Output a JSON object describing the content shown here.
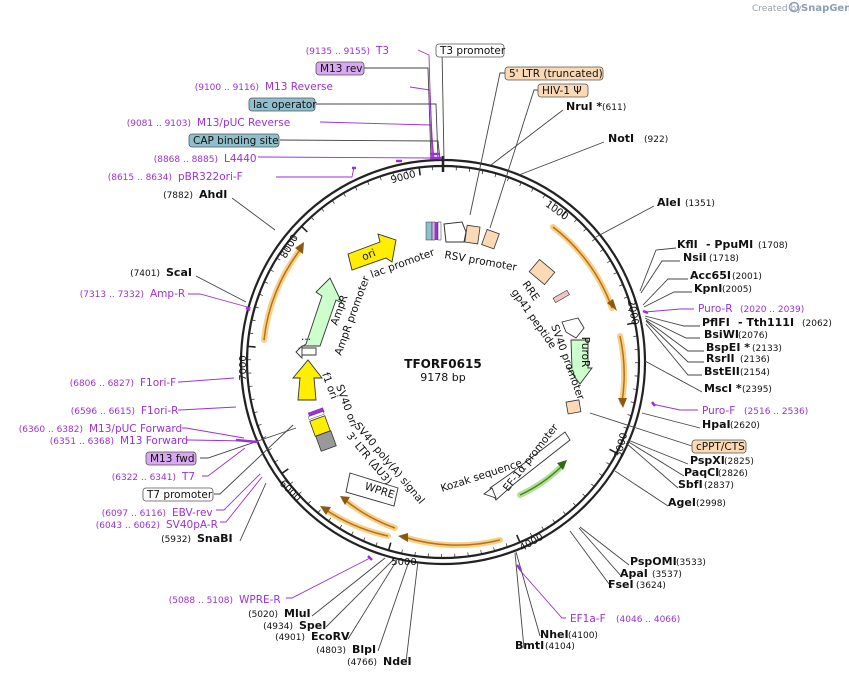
{
  "brand": {
    "created_by": "Created by",
    "name": "SnapGene"
  },
  "plasmid": {
    "name": "TFORF0615",
    "size_label": "9178 bp",
    "length": 9178
  },
  "ticks": [
    "1000",
    "2000",
    "3000",
    "4000",
    "5000",
    "6000",
    "7000",
    "8000",
    "9000"
  ],
  "sites": [
    {
      "name": "NruI *",
      "pos": "(611)"
    },
    {
      "name": "NotI",
      "pos": "(922)"
    },
    {
      "name": "AleI",
      "pos": "(1351)"
    },
    {
      "name": "KflI",
      "pos": ""
    },
    {
      "name": "- PpuMI",
      "pos": "(1708)"
    },
    {
      "name": "NsiI",
      "pos": "(1718)"
    },
    {
      "name": "Acc65I",
      "pos": "(2001)"
    },
    {
      "name": "KpnI",
      "pos": "(2005)"
    },
    {
      "name": "PflFI",
      "pos": ""
    },
    {
      "name": "- Tth111I",
      "pos": "(2062)"
    },
    {
      "name": "BsiWI",
      "pos": "(2076)"
    },
    {
      "name": "BspEI *",
      "pos": "(2133)"
    },
    {
      "name": "RsrII",
      "pos": "(2136)"
    },
    {
      "name": "BstEII",
      "pos": "(2154)"
    },
    {
      "name": "MscI *",
      "pos": "(2395)"
    },
    {
      "name": "HpaI",
      "pos": "(2620)"
    },
    {
      "name": "PspXI",
      "pos": "(2825)"
    },
    {
      "name": "PaqCI",
      "pos": "(2826)"
    },
    {
      "name": "SbfI",
      "pos": "(2837)"
    },
    {
      "name": "AgeI",
      "pos": "(2998)"
    },
    {
      "name": "PspOMI",
      "pos": "(3533)"
    },
    {
      "name": "ApaI",
      "pos": "(3537)"
    },
    {
      "name": "FseI",
      "pos": "(3624)"
    },
    {
      "name": "NheI",
      "pos": "(4100)"
    },
    {
      "name": "BmtI",
      "pos": "(4104)"
    },
    {
      "name": "NdeI",
      "pos": "(4766)"
    },
    {
      "name": "BlpI",
      "pos": "(4803)"
    },
    {
      "name": "EcoRV",
      "pos": "(4901)"
    },
    {
      "name": "SpeI",
      "pos": "(4934)"
    },
    {
      "name": "MluI",
      "pos": "(5020)"
    },
    {
      "name": "SnaBI",
      "pos": "(5932)"
    },
    {
      "name": "ScaI",
      "pos": "(7401)"
    },
    {
      "name": "AhdI",
      "pos": "(7882)"
    }
  ],
  "primers": [
    {
      "name": "T3",
      "pos": "(9135 .. 9155)"
    },
    {
      "name": "M13 Reverse",
      "pos": "(9100 .. 9116)"
    },
    {
      "name": "M13/pUC Reverse",
      "pos": "(9081 .. 9103)"
    },
    {
      "name": "L4440",
      "pos": "(8868 .. 8885)"
    },
    {
      "name": "pBR322ori-F",
      "pos": "(8615 .. 8634)"
    },
    {
      "name": "Amp-R",
      "pos": "(7313 .. 7332)"
    },
    {
      "name": "F1ori-F",
      "pos": "(6806 .. 6827)"
    },
    {
      "name": "F1ori-R",
      "pos": "(6596 .. 6615)"
    },
    {
      "name": "M13/pUC Forward",
      "pos": "(6360 .. 6382)"
    },
    {
      "name": "M13 Forward",
      "pos": "(6351 .. 6368)"
    },
    {
      "name": "T7",
      "pos": "(6322 .. 6341)"
    },
    {
      "name": "EBV-rev",
      "pos": "(6097 .. 6116)"
    },
    {
      "name": "SV40pA-R",
      "pos": "(6043 .. 6062)"
    },
    {
      "name": "WPRE-R",
      "pos": "(5088 .. 5108)"
    },
    {
      "name": "Puro-R",
      "pos": "(2020 .. 2039)"
    },
    {
      "name": "Puro-F",
      "pos": "(2516 .. 2536)"
    },
    {
      "name": "EF1a-F",
      "pos": "(4046 .. 4066)"
    }
  ],
  "boxes": [
    {
      "label": "T3 promoter",
      "style": "white"
    },
    {
      "label": "M13 rev",
      "style": "purple"
    },
    {
      "label": "lac operator",
      "style": "teal"
    },
    {
      "label": "CAP binding site",
      "style": "teal"
    },
    {
      "label": "5' LTR (truncated)",
      "style": "peach"
    },
    {
      "label": "HIV-1 Ψ",
      "style": "peach"
    },
    {
      "label": "cPPT/CTS",
      "style": "peach"
    },
    {
      "label": "M13 fwd",
      "style": "purple"
    },
    {
      "label": "T7 promoter",
      "style": "white"
    }
  ],
  "features": [
    {
      "label": "lac promoter"
    },
    {
      "label": "RSV promoter"
    },
    {
      "label": "RRE"
    },
    {
      "label": "gp41 peptide"
    },
    {
      "label": "SV40 promoter"
    },
    {
      "label": "PuroR"
    },
    {
      "label": "EF-1α promoter"
    },
    {
      "label": "Kozak sequence"
    },
    {
      "label": "WPRE"
    },
    {
      "label": "3' LTR (ΔU3)"
    },
    {
      "label": "SV40 poly(A) signal"
    },
    {
      "label": "SV40 ori"
    },
    {
      "label": "f1 ori"
    },
    {
      "label": "AmpR promoter"
    },
    {
      "label": "AmpR"
    },
    {
      "label": "ori"
    },
    {
      "label": "..."
    }
  ],
  "colors": {
    "backbone": "#222222",
    "enzyme_line": "#444444",
    "primer": "#9b30d9",
    "orf_arrow": "#f4a822",
    "feature_peach": "#fbd9b5",
    "feature_teal": "#8fbfcc",
    "feature_purple": "#d8a8f0",
    "ori_yellow": "#ffee00",
    "ampr_green": "#ccffcc"
  }
}
